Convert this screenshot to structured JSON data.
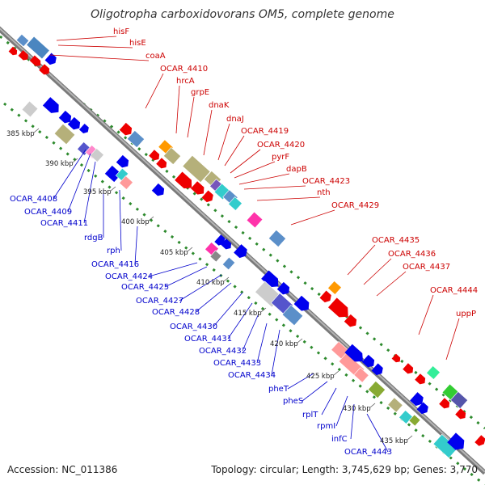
{
  "title": "Oligotropha carboxidovorans OM5, complete genome",
  "footer": {
    "accession": "Accession: NC_011386",
    "topology": "Topology: circular; Length: 3,745,629 bp; Genes: 3,770"
  },
  "colors": {
    "backbone": "#909090",
    "forward_label": "#cc0000",
    "reverse_label": "#0000cc",
    "dots": "#2d8a2d"
  },
  "ticks": [
    {
      "label": "385 kbp"
    },
    {
      "label": "390 kbp"
    },
    {
      "label": "395 kbp"
    },
    {
      "label": "400 kbp"
    },
    {
      "label": "405 kbp"
    },
    {
      "label": "410 kbp"
    },
    {
      "label": "415 kbp"
    },
    {
      "label": "420 kbp"
    },
    {
      "label": "425 kbp"
    },
    {
      "label": "430 kbp"
    },
    {
      "label": "435 kbp"
    }
  ],
  "forward_labels": [
    {
      "text": "hisF"
    },
    {
      "text": "hisE"
    },
    {
      "text": "coaA"
    },
    {
      "text": "OCAR_4410"
    },
    {
      "text": "hrcA"
    },
    {
      "text": "grpE"
    },
    {
      "text": "dnaK"
    },
    {
      "text": "dnaJ"
    },
    {
      "text": "OCAR_4419"
    },
    {
      "text": "OCAR_4420"
    },
    {
      "text": "pyrF"
    },
    {
      "text": "dapB"
    },
    {
      "text": "OCAR_4423"
    },
    {
      "text": "nth"
    },
    {
      "text": "OCAR_4429"
    },
    {
      "text": "OCAR_4435"
    },
    {
      "text": "OCAR_4436"
    },
    {
      "text": "OCAR_4437"
    },
    {
      "text": "OCAR_4444"
    },
    {
      "text": "uppP"
    }
  ],
  "reverse_labels": [
    {
      "text": "OCAR_4408"
    },
    {
      "text": "OCAR_4409"
    },
    {
      "text": "OCAR_4411"
    },
    {
      "text": "rdgB"
    },
    {
      "text": "rph"
    },
    {
      "text": "OCAR_4416"
    },
    {
      "text": "OCAR_4424"
    },
    {
      "text": "OCAR_4425"
    },
    {
      "text": "OCAR_4427"
    },
    {
      "text": "OCAR_4428"
    },
    {
      "text": "OCAR_4430"
    },
    {
      "text": "OCAR_4431"
    },
    {
      "text": "OCAR_4432"
    },
    {
      "text": "OCAR_4433"
    },
    {
      "text": "OCAR_4434"
    },
    {
      "text": "pheT"
    },
    {
      "text": "pheS"
    },
    {
      "text": "rplT"
    },
    {
      "text": "rpmI"
    },
    {
      "text": "infC"
    },
    {
      "text": "OCAR_4443"
    }
  ]
}
